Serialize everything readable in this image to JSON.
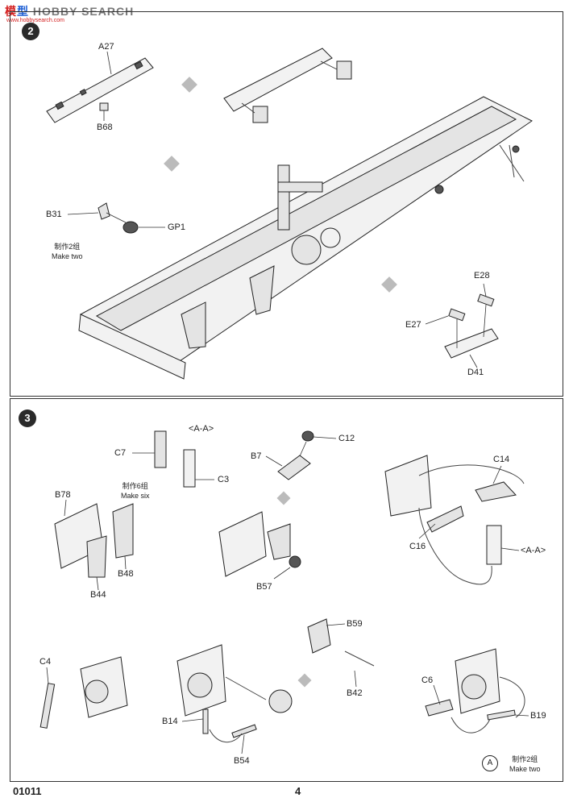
{
  "header": {
    "logo_part1": "模",
    "logo_part2": "型",
    "logo_part3": "HOBBY SEARCH",
    "logo_sub": "www.hobbysearch.com"
  },
  "steps": [
    {
      "number": "2"
    },
    {
      "number": "3"
    }
  ],
  "step2": {
    "labels": {
      "a27": "A27",
      "b68": "B68",
      "b31": "B31",
      "gp1": "GP1",
      "e28": "E28",
      "e27": "E27",
      "d41": "D41"
    },
    "note": {
      "cn": "制作2组",
      "en": "Make two"
    }
  },
  "step3": {
    "labels": {
      "section_aa_1": "<A-A>",
      "c7": "C7",
      "c3": "C3",
      "c12": "C12",
      "b7": "B7",
      "b78": "B78",
      "b48": "B48",
      "b44": "B44",
      "b57": "B57",
      "c14": "C14",
      "c16": "C16",
      "section_aa_2": "<A-A>",
      "b59": "B59",
      "b42": "B42",
      "c4": "C4",
      "b14": "B14",
      "b54": "B54",
      "c6": "C6",
      "b19": "B19"
    },
    "note_six": {
      "cn": "制作6组",
      "en": "Make six"
    },
    "note_two": {
      "cn": "制作2组",
      "en": "Make two"
    },
    "marker": "A"
  },
  "footer": {
    "code": "01011",
    "page": "4"
  }
}
